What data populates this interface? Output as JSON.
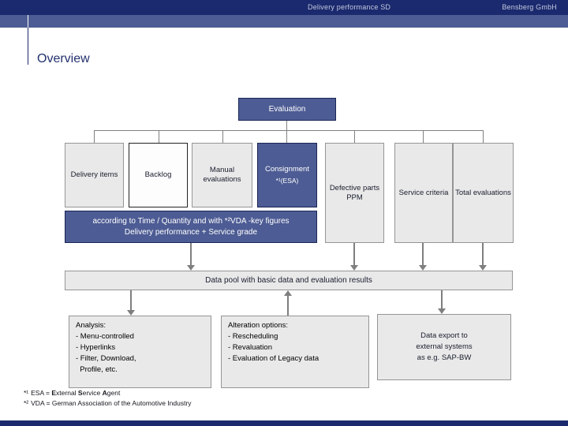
{
  "header": {
    "doc_title": "Delivery performance SD",
    "company": "Bensberg GmbH"
  },
  "title": "Overview",
  "diagram": {
    "root": {
      "label": "Evaluation"
    },
    "sources": [
      {
        "label": "Delivery items"
      },
      {
        "label": "Backlog"
      },
      {
        "label": "Manual evaluations"
      },
      {
        "label": "Consignment",
        "sublabel": "*¹(ESA)"
      },
      {
        "label": "Defective parts PPM"
      },
      {
        "label": "Service criteria"
      },
      {
        "label": "Total evaluations"
      }
    ],
    "vda_banner": {
      "line1": "according to Time / Quantity and with *²VDA -key figures",
      "line2": "Delivery performance + Service grade"
    },
    "data_pool": {
      "label": "Data pool with basic data and evaluation results"
    },
    "bottom": {
      "analysis": {
        "text": "Analysis:\n- Menu-controlled\n- Hyperlinks\n- Filter, Download,\n  Profile, etc."
      },
      "alteration": {
        "text": "Alteration options:\n- Rescheduling\n- Revaluation\n- Evaluation of Legacy data"
      },
      "export": {
        "text": "Data export to\nexternal systems\nas e.g. SAP-BW"
      }
    }
  },
  "footnotes": {
    "esa": {
      "marker": "*¹",
      "pre": "ESA = ",
      "b1": "E",
      "r1": "xternal ",
      "b2": "S",
      "r2": "ervice ",
      "b3": "A",
      "r3": "gent"
    },
    "vda": {
      "marker": "*²",
      "text": "VDA = German Association of the Automotive Industry"
    }
  },
  "colors": {
    "navy": "#1b2a6e",
    "medium_blue": "#4d5c94",
    "box_gray": "#e9e9e9",
    "border_gray": "#959595",
    "line_gray": "#7f7f7f"
  }
}
